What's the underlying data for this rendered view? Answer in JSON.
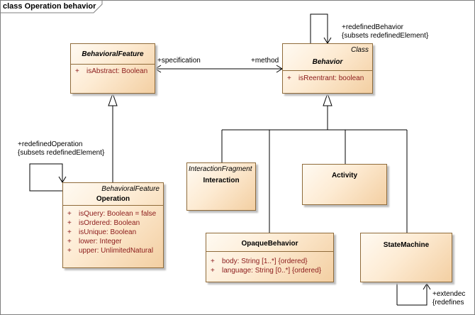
{
  "frame": {
    "title": "class Operation behavior"
  },
  "classes": {
    "behavioral_feature": {
      "name": "BehavioralFeature",
      "attributes": [
        {
          "vis": "+",
          "text": "isAbstract: Boolean"
        }
      ]
    },
    "behavior": {
      "stereotype": "Class",
      "name": "Behavior",
      "attributes": [
        {
          "vis": "+",
          "text": "isReentrant: boolean"
        }
      ]
    },
    "operation": {
      "stereotype": "BehavioralFeature",
      "name": "Operation",
      "attributes": [
        {
          "vis": "+",
          "text": "isQuery: Boolean = false"
        },
        {
          "vis": "+",
          "text": "isOrdered: Boolean"
        },
        {
          "vis": "+",
          "text": "isUnique: Boolean"
        },
        {
          "vis": "+",
          "text": "lower: Integer"
        },
        {
          "vis": "+",
          "text": "upper: UnlimitedNatural"
        }
      ]
    },
    "interaction": {
      "stereotype": "InteractionFragment",
      "name": "Interaction"
    },
    "activity": {
      "name": "Activity"
    },
    "opaque_behavior": {
      "name": "OpaqueBehavior",
      "attributes": [
        {
          "vis": "+",
          "text": "body: String [1..*] {ordered}"
        },
        {
          "vis": "+",
          "text": "language: String [0..*] {ordered}"
        }
      ]
    },
    "state_machine": {
      "name": "StateMachine"
    }
  },
  "labels": {
    "specification": "+specification",
    "method": "+method",
    "redefined_behavior": "+redefinedBehavior",
    "redefined_behavior_subsets": "{subsets redefinedElement}",
    "redefined_operation": "+redefinedOperation",
    "redefined_operation_subsets": "{subsets redefinedElement}",
    "extended": "+extendec",
    "redefines": "{redefines"
  },
  "colors": {
    "class_border": "#8f6b3a",
    "class_fill_light": "#fffaf2",
    "class_fill_dark": "#f3cfa2",
    "attribute_text": "#8b1a1a"
  }
}
